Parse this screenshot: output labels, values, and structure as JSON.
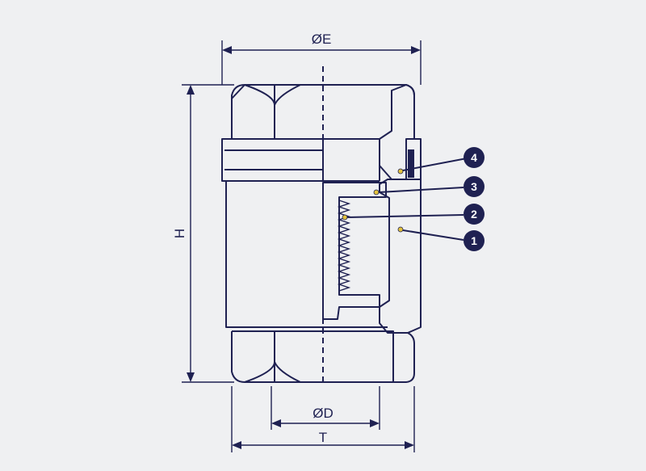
{
  "dimensions": {
    "diameter_e": "ØE",
    "height": "H",
    "diameter_d": "ØD",
    "thickness": "T"
  },
  "callouts": [
    {
      "id": "4",
      "label": "4"
    },
    {
      "id": "3",
      "label": "3"
    },
    {
      "id": "2",
      "label": "2"
    },
    {
      "id": "1",
      "label": "1"
    }
  ],
  "colors": {
    "ink": "#1f2152",
    "background": "#eff0f2",
    "marker": "#e2c23c"
  }
}
